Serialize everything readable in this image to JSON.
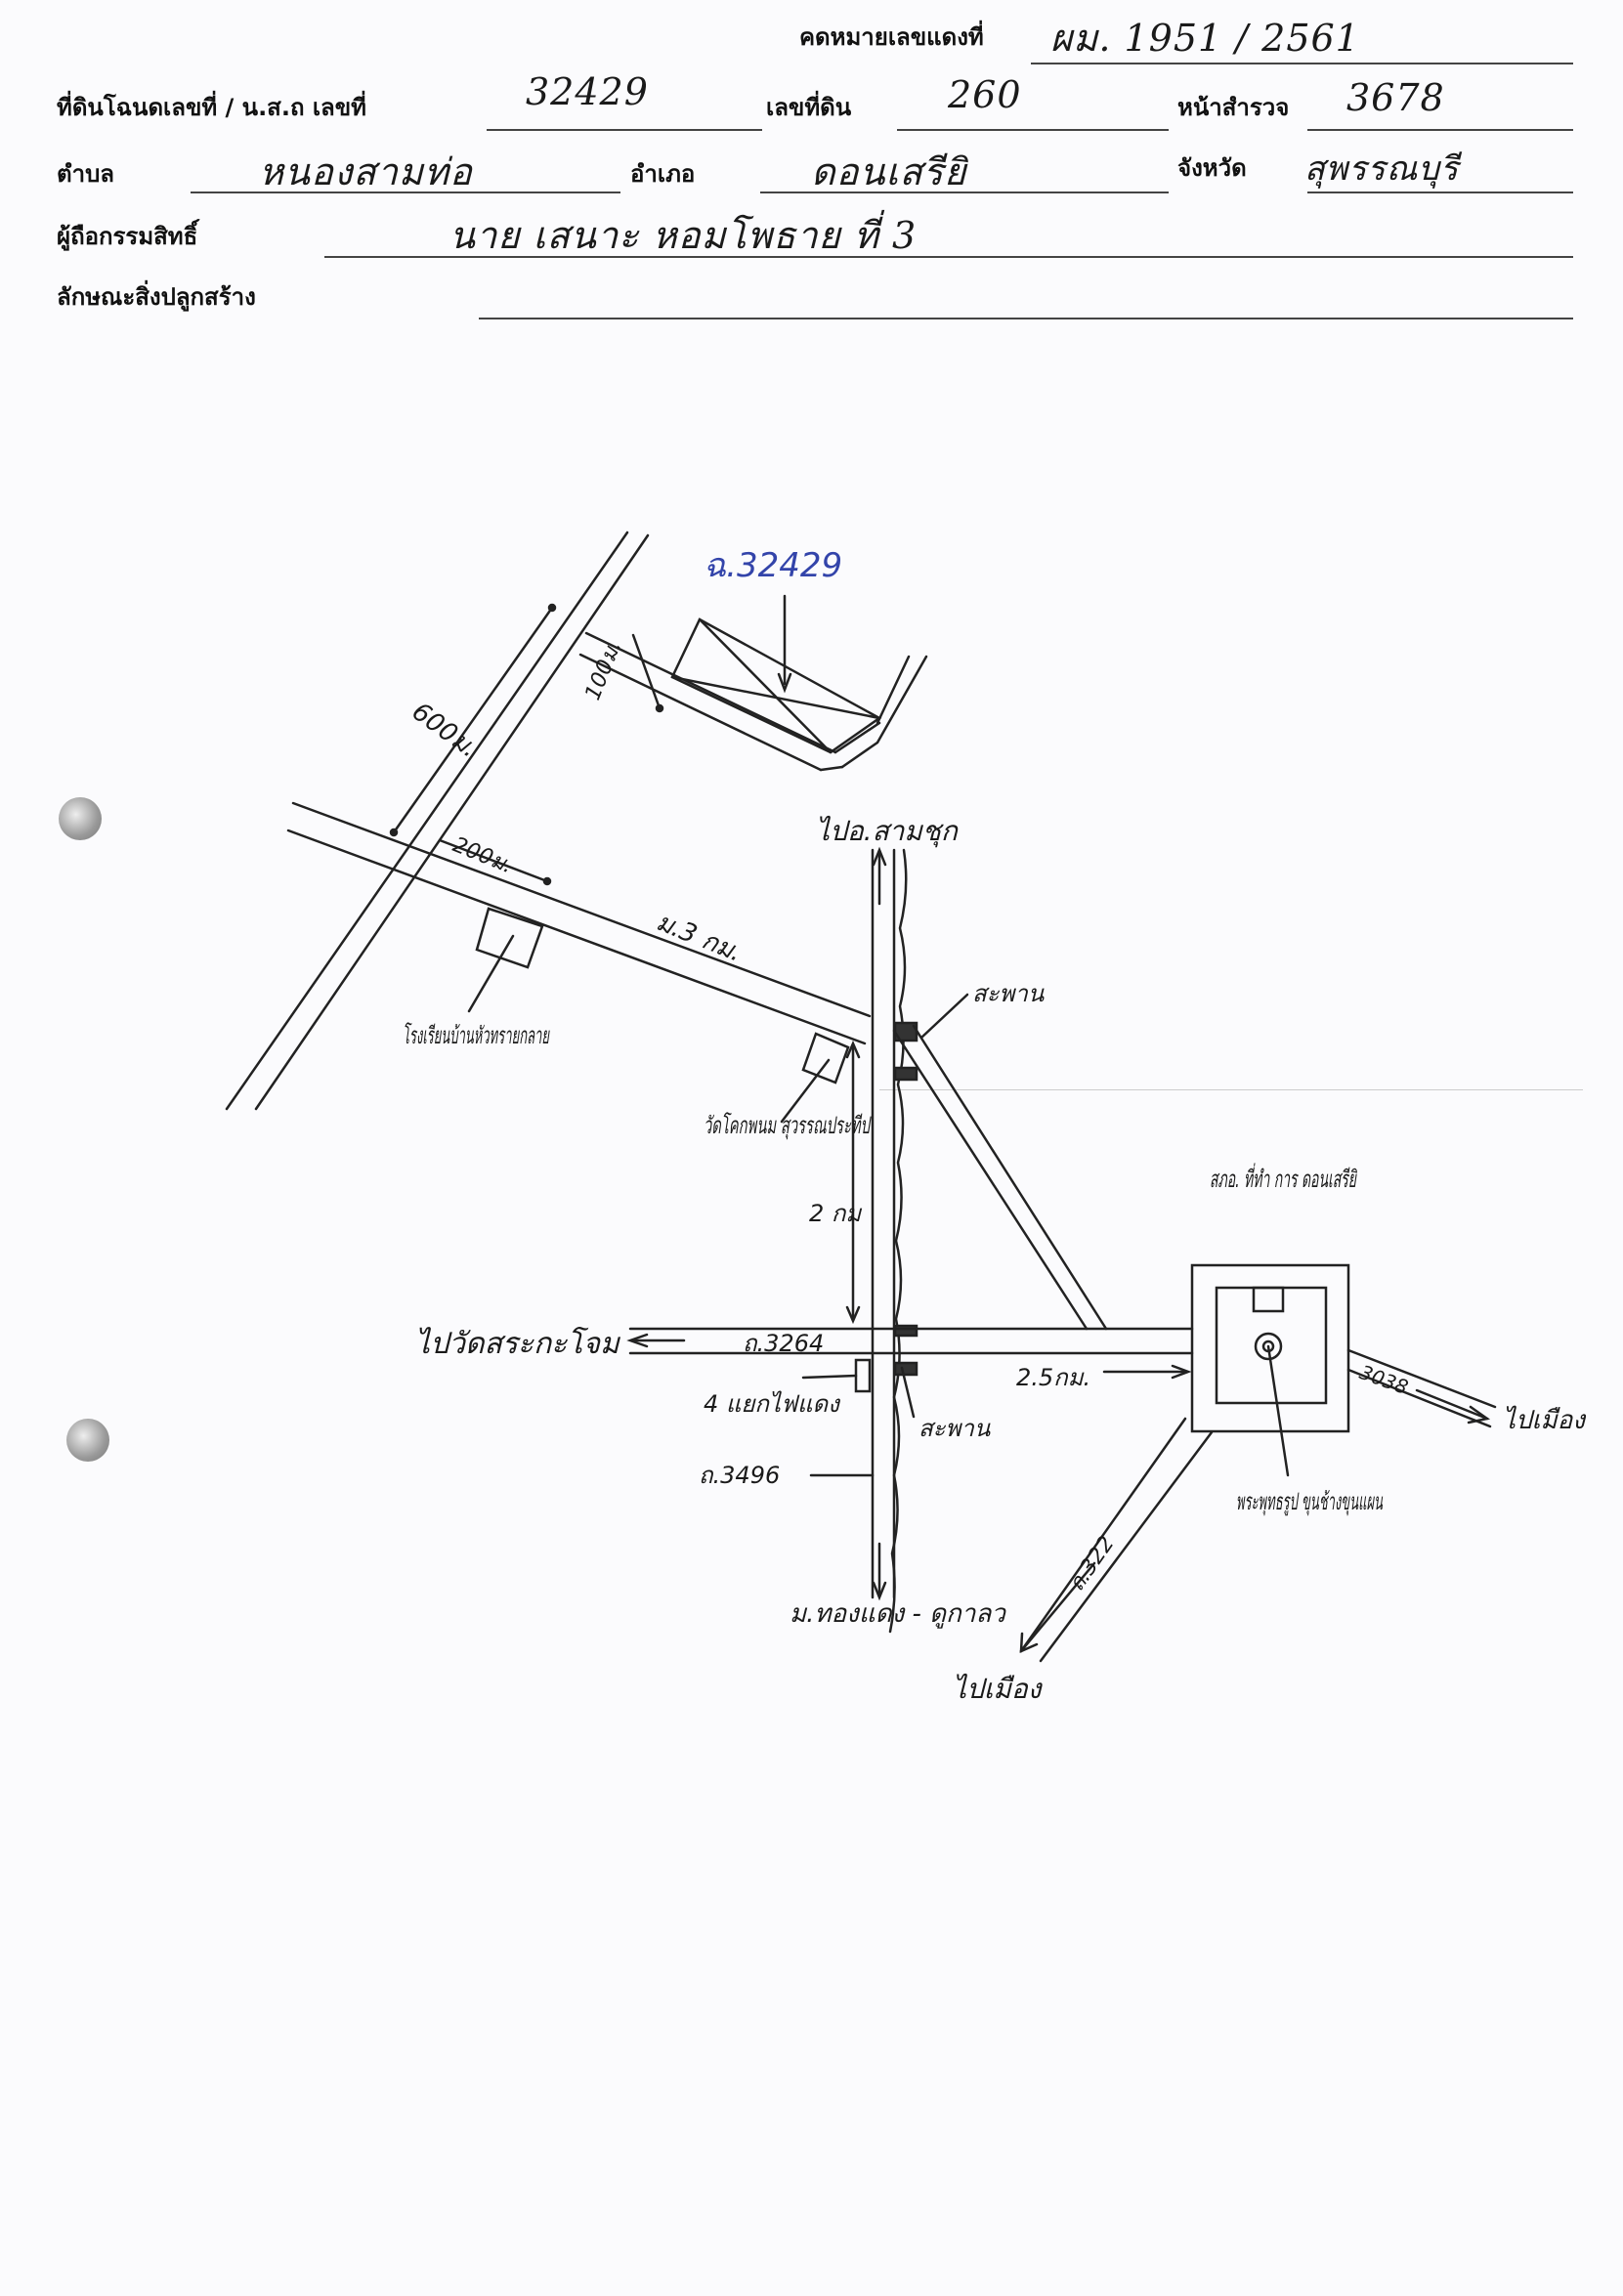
{
  "header": {
    "red_label_no_label": "คดหมายเลขแดงที่",
    "red_label_no_value": "ผม. 1951 / 2561",
    "title_deed_label": "ที่ดินโฉนดเลขที่ / น.ส.ถ เลขที่",
    "title_deed_value": "32429",
    "land_no_label": "เลขที่ดิน",
    "land_no_value": "260",
    "survey_page_label": "หน้าสำรวจ",
    "survey_page_value": "3678",
    "subdistrict_label": "ตำบล",
    "subdistrict_value": "หนองสามท่อ",
    "district_label": "อำเภอ",
    "district_value": "ดอนเสรียิ",
    "province_label": "จังหวัด",
    "province_value": "สุพรรณบุรี",
    "owner_label": "ผู้ถือกรรมสิทธิ์",
    "owner_value": "นาย เสนาะ หอมโพธาย ที่ 3",
    "structure_label": "ลักษณะสิ่งปลูกสร้าง",
    "structure_value": ""
  },
  "map": {
    "parcel_label": "ฉ.32429",
    "dist_600m": "600ม.",
    "dist_100m": "100ม.",
    "dist_200m": "200ม.",
    "dist_3km": "ม.3 กม.",
    "dist_2km_vertical": "2 กม",
    "dist_2km_horizontal": "2.5กม.",
    "to_samchuk": "ไปอ.สามชุก",
    "school": "โรงเรียนบ้านหัวทรายกลาย",
    "temple": "วัดโคกพนม สุวรรณประทีป",
    "bridge_top": "สะพาน",
    "bridge_bottom": "สะพาน",
    "to_wat_sa": "ไปวัดสระกะโจม",
    "road_3264": "ถ.3264",
    "intersection": "4 แยกไฟแดง",
    "road_3496": "ถ.3496",
    "road_south_label": "ม.ทองแดง - ดูกาลว",
    "police_station": "สภอ. ที่ทำ การ ดอนเสรียิ",
    "road_east": "3038",
    "to_east": "ไปเมือง",
    "memorial": "พระพุทธรูป ขุนช้างขุนแผน",
    "road_southwest": "ถ.322",
    "to_southwest": "ไปเมือง"
  }
}
